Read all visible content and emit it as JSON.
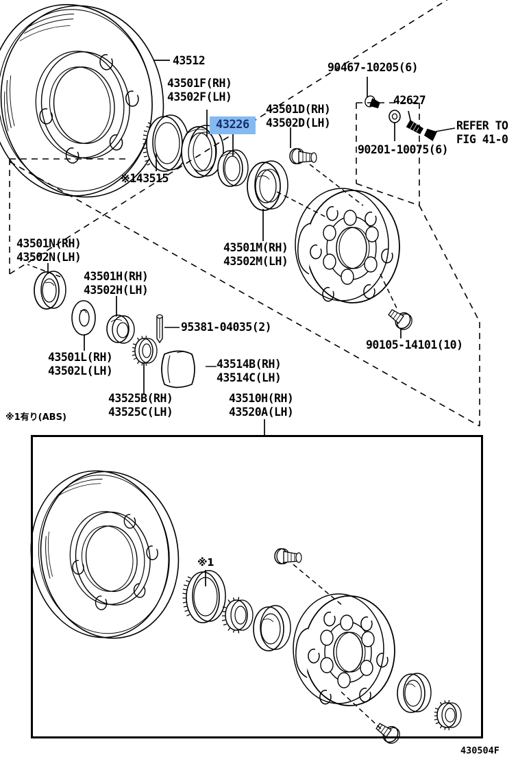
{
  "diagram": {
    "figure_code": "430504F",
    "footnote": "※1有り(ABS)",
    "reference_note_line1": "REFER TO",
    "reference_note_line2": "FIG 41-0",
    "lower_box_mark": "※1"
  },
  "labels": {
    "rotor": "43512",
    "abs_sensor_ring": "※143515",
    "oil_seal": {
      "line1": "43501F(RH)",
      "line2": "43502F(LH)"
    },
    "highlighted_part": "43226",
    "stud_bolt": {
      "line1": "43501D(RH)",
      "line2": "43502D(LH)"
    },
    "bolt_90467": "90467-10205(6)",
    "plug_42627": "42627",
    "bolt_90201": "90201-10075(6)",
    "inner_bearing": {
      "line1": "43501M(RH)",
      "line2": "43502M(LH)"
    },
    "outer_bearing": {
      "line1": "43501N(RH)",
      "line2": "43502N(LH)"
    },
    "lock_nut": {
      "line1": "43501H(RH)",
      "line2": "43502H(LH)"
    },
    "washer": {
      "line1": "43501L(RH)",
      "line2": "43502L(LH)"
    },
    "cotter_pin": "95381-04035(2)",
    "lock_washer": {
      "line1": "43525B(RH)",
      "line2": "43525C(LH)"
    },
    "grease_cap": {
      "line1": "43514B(RH)",
      "line2": "43514C(LH)"
    },
    "hub": {
      "line1": "43510H(RH)",
      "line2": "43520A(LH)"
    },
    "hub_bolt": "90105-14101(10)"
  },
  "colors": {
    "highlight_background": "#85b9f2",
    "highlight_text": "#16306b",
    "line": "#000000",
    "page_background": "#ffffff"
  }
}
